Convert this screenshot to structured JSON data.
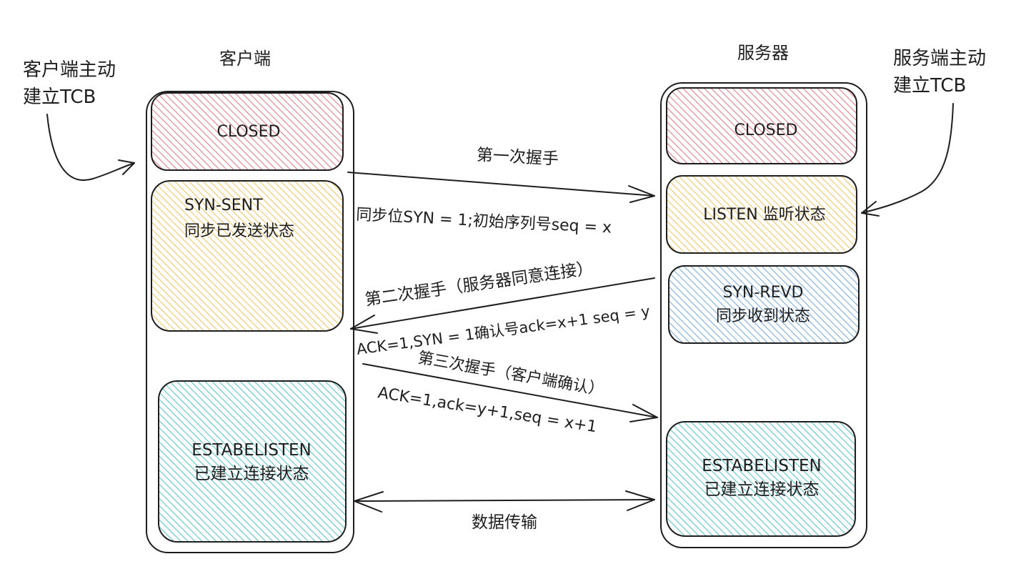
{
  "client": {
    "title": "客户端",
    "note_line1": "客户端主动",
    "note_line2": "建立TCB",
    "states": [
      {
        "line1": "CLOSED",
        "line2": "",
        "color": "#e8737f"
      },
      {
        "line1": "SYN-SENT",
        "line2": "同步已发送状态",
        "color": "#f2c25a"
      },
      {
        "line1": "ESTABELISTEN",
        "line2": "已建立连接状态",
        "color": "#4cc3c6"
      }
    ]
  },
  "server": {
    "title": "服务器",
    "note_line1": "服务端主动",
    "note_line2": "建立TCB",
    "states": [
      {
        "line1": "CLOSED",
        "line2": "",
        "color": "#e8737f"
      },
      {
        "line1": "LISTEN 监听状态",
        "line2": "",
        "color": "#f2c25a"
      },
      {
        "line1": "SYN-REVD",
        "line2": "同步收到状态",
        "color": "#6fa8e6"
      },
      {
        "line1": "ESTABELISTEN",
        "line2": "已建立连接状态",
        "color": "#4cc3c6"
      }
    ]
  },
  "handshake": {
    "first_title": "第一次握手",
    "first_detail": "同步位SYN = 1;初始序列号seq = x",
    "second_title": "第二次握手（服务器同意连接）",
    "second_detail": "ACK=1,SYN = 1确认号ack=x+1 seq = y",
    "third_title": "第三次握手（客户端确认）",
    "third_detail": "ACK=1,ack=y+1,seq = x+1"
  },
  "transfer_label": "数据传输"
}
